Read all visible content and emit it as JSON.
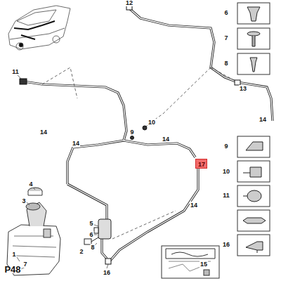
{
  "diagram": {
    "nodes": [
      {
        "text": [
          "17"
        ]
      }
    ],
    "labels": [
      "12",
      "6",
      "7",
      "8",
      "11",
      "13",
      "10",
      "9",
      "14",
      "14",
      "14",
      "14",
      "9",
      "10",
      "11",
      "14",
      "16",
      "4",
      "3",
      "5",
      "6",
      "8",
      "2",
      "1",
      "7",
      "16",
      "15",
      "P48"
    ]
  }
}
